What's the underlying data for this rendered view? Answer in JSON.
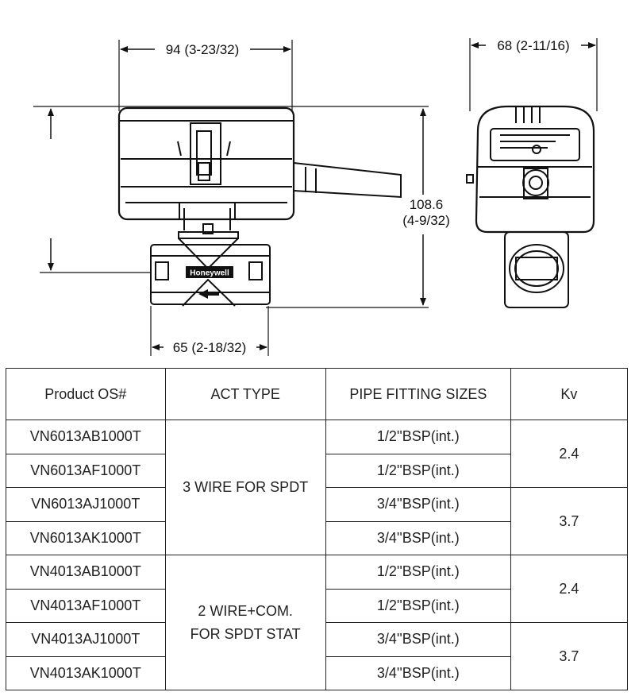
{
  "dimensions": {
    "top_width": "94 (3-23/32)",
    "side_width": "68 (2-11/16)",
    "height_mm": "108.6",
    "height_in": "(4-9/32)",
    "bottom_width": "65 (2-18/32)"
  },
  "body_label": "Honeywell",
  "table": {
    "headers": [
      "Product OS#",
      "ACT TYPE",
      "PIPE FITTING SIZES",
      "Kv"
    ],
    "groups": [
      {
        "act_type_lines": [
          "3 WIRE FOR SPDT"
        ],
        "rows": [
          {
            "product": "VN6013AB1000T",
            "pipe": "1/2''BSP(int.)"
          },
          {
            "product": "VN6013AF1000T",
            "pipe": "1/2''BSP(int.)"
          },
          {
            "product": "VN6013AJ1000T",
            "pipe": "3/4''BSP(int.)"
          },
          {
            "product": "VN6013AK1000T",
            "pipe": "3/4''BSP(int.)"
          }
        ],
        "kv": [
          "2.4",
          "3.7"
        ]
      },
      {
        "act_type_lines": [
          "2 WIRE+COM.",
          "FOR SPDT STAT"
        ],
        "rows": [
          {
            "product": "VN4013AB1000T",
            "pipe": "1/2''BSP(int.)"
          },
          {
            "product": "VN4013AF1000T",
            "pipe": "1/2''BSP(int.)"
          },
          {
            "product": "VN4013AJ1000T",
            "pipe": "3/4''BSP(int.)"
          },
          {
            "product": "VN4013AK1000T",
            "pipe": "3/4''BSP(int.)"
          }
        ],
        "kv": [
          "2.4",
          "3.7"
        ]
      }
    ]
  }
}
